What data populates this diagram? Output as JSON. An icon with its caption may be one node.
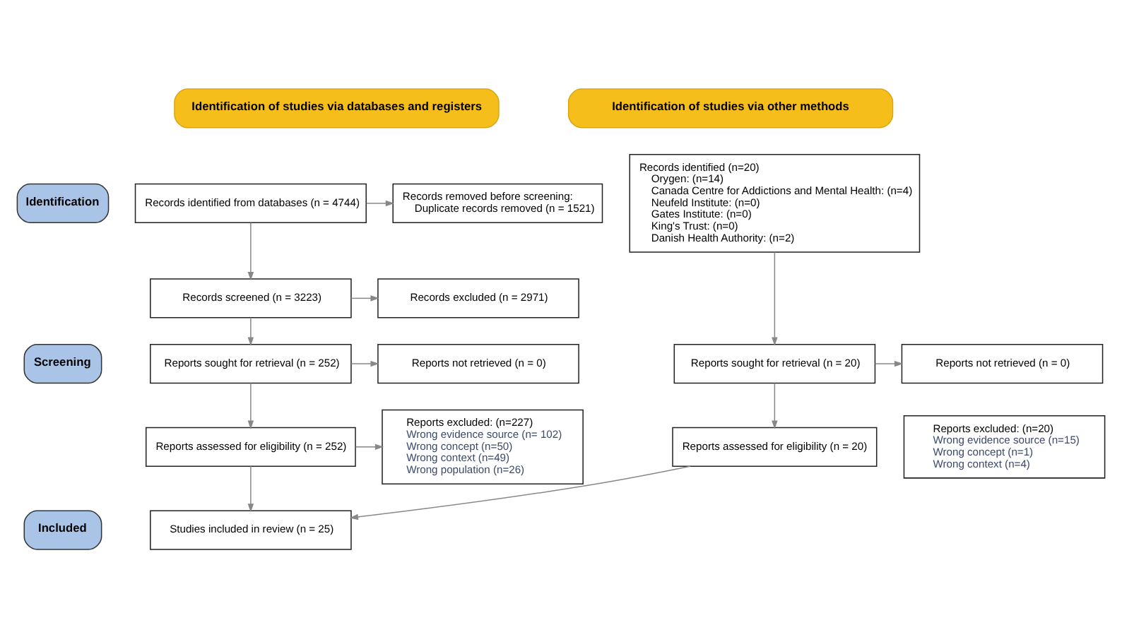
{
  "diagram": {
    "nodes": [
      {
        "text": [
          "Identification of studies via databases and registers"
        ]
      },
      {
        "text": [
          "Identification of studies via other methods"
        ]
      },
      {
        "text": [
          "Identification"
        ]
      },
      {
        "text": [
          "Screening"
        ]
      },
      {
        "text": [
          "Included"
        ]
      },
      {
        "text": [
          "Records identified from databases (n = 4744)"
        ]
      },
      {
        "text": [
          "Records removed before screening:",
          "Duplicate records removed (n = 1521)"
        ]
      },
      {
        "text": [
          "Records screened (n = 3223)"
        ]
      },
      {
        "text": [
          "Records excluded (n = 2971)"
        ]
      },
      {
        "text": [
          "Reports sought for retrieval (n = 252)"
        ]
      },
      {
        "text": [
          "Reports not retrieved (n = 0)"
        ]
      },
      {
        "text": [
          "Reports assessed for eligibility (n = 252)"
        ]
      },
      {
        "text": [
          "Reports excluded: (n=227)",
          "Wrong evidence source (n= 102)",
          "Wrong concept (n=50)",
          "Wrong context (n=49)",
          "Wrong population (n=26)"
        ]
      },
      {
        "text": [
          "Studies included in review (n = 25)"
        ]
      },
      {
        "text": [
          "Records identified (n=20)",
          "Orygen: (n=14)",
          "Canada Centre for Addictions and Mental Health: (n=4)",
          "Neufeld Institute: (n=0)",
          "Gates Institute: (n=0)",
          "King's Trust: (n=0)",
          "Danish Health Authority: (n=2)"
        ]
      },
      {
        "text": [
          "Reports sought for retrieval (n = 20)"
        ]
      },
      {
        "text": [
          "Reports not retrieved (n = 0)"
        ]
      },
      {
        "text": [
          "Reports assessed for eligibility (n = 20)"
        ]
      },
      {
        "text": [
          "Reports excluded: (n=20)",
          "Wrong evidence source (n=15)",
          "Wrong concept (n=1)",
          "Wrong context (n=4)"
        ]
      }
    ],
    "edges": [
      {
        "from": 5,
        "to": 6,
        "arrow": "to"
      },
      {
        "from": 5,
        "to": 7,
        "arrow": "to"
      },
      {
        "from": 7,
        "to": 8,
        "arrow": "to"
      },
      {
        "from": 7,
        "to": 9,
        "arrow": "to"
      },
      {
        "from": 9,
        "to": 10,
        "arrow": "to"
      },
      {
        "from": 9,
        "to": 11,
        "arrow": "to"
      },
      {
        "from": 11,
        "to": 12,
        "arrow": "to"
      },
      {
        "from": 11,
        "to": 13,
        "arrow": "to"
      },
      {
        "from": 14,
        "to": 15,
        "arrow": "to"
      },
      {
        "from": 15,
        "to": 16,
        "arrow": "to"
      },
      {
        "from": 15,
        "to": 17,
        "arrow": "to"
      },
      {
        "from": 17,
        "to": 13,
        "arrow": "to"
      }
    ]
  }
}
